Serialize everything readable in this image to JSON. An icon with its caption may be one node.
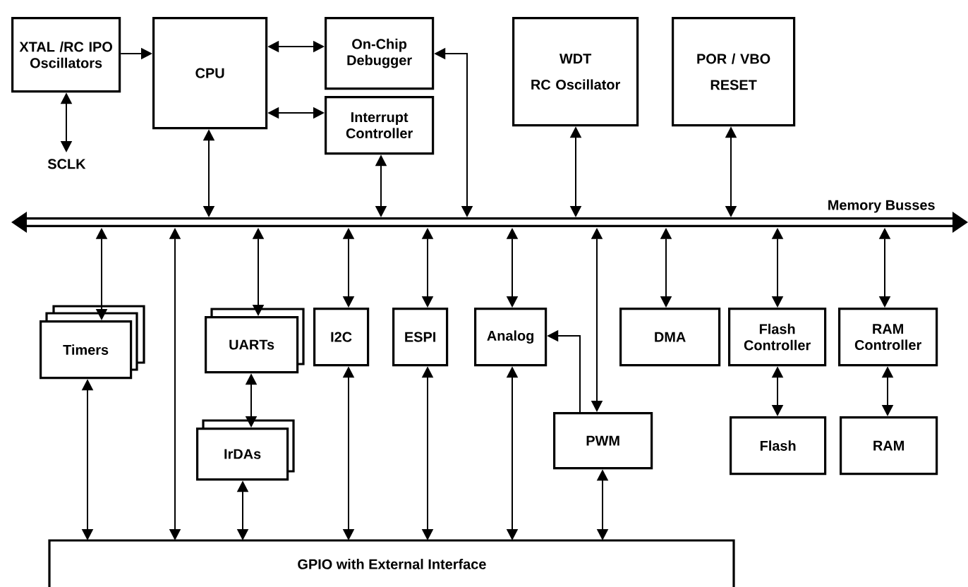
{
  "diagram": {
    "nodes": [
      {
        "text": [
          "XTAL /RC IPO Oscillators"
        ]
      },
      {
        "text": [
          "SCLK"
        ]
      },
      {
        "text": [
          "CPU"
        ]
      },
      {
        "text": [
          "On-Chip Debugger"
        ]
      },
      {
        "text": [
          "Interrupt Controller"
        ]
      },
      {
        "text": [
          "WDT",
          "RC Oscillator"
        ]
      },
      {
        "text": [
          "POR / VBO",
          "RESET"
        ]
      },
      {
        "text": [],
        "shape": "bar",
        "beside": [
          "Memory Busses"
        ]
      },
      {
        "text": [
          "Timers"
        ]
      },
      {
        "text": [
          "UARTs"
        ]
      },
      {
        "text": [
          "IrDAs"
        ]
      },
      {
        "text": [
          "I2C"
        ]
      },
      {
        "text": [
          "ESPI"
        ]
      },
      {
        "text": [
          "Analog"
        ]
      },
      {
        "text": [
          "DMA"
        ]
      },
      {
        "text": [
          "Flash Controller"
        ]
      },
      {
        "text": [
          "RAM Controller"
        ]
      },
      {
        "text": [
          "PWM"
        ]
      },
      {
        "text": [
          "Flash"
        ]
      },
      {
        "text": [
          "RAM"
        ]
      },
      {
        "text": [
          "GPIO with External Interface"
        ]
      }
    ],
    "edges": [
      {
        "from": 0,
        "to": 2,
        "arrow": "to"
      },
      {
        "from": 0,
        "to": 1,
        "arrow": "both"
      },
      {
        "from": 2,
        "to": 3,
        "arrow": "both"
      },
      {
        "from": 2,
        "to": 4,
        "arrow": "both"
      },
      {
        "from": 2,
        "to": 7,
        "arrow": "both"
      },
      {
        "from": 4,
        "to": 7,
        "arrow": "both"
      },
      {
        "from": 3,
        "to": 7,
        "arrow": "both"
      },
      {
        "from": 5,
        "to": 7,
        "arrow": "both"
      },
      {
        "from": 6,
        "to": 7,
        "arrow": "both"
      },
      {
        "from": 7,
        "to": 8,
        "arrow": "both"
      },
      {
        "from": 7,
        "to": 20,
        "arrow": "both"
      },
      {
        "from": 7,
        "to": 9,
        "arrow": "both"
      },
      {
        "from": 7,
        "to": 11,
        "arrow": "both"
      },
      {
        "from": 7,
        "to": 12,
        "arrow": "both"
      },
      {
        "from": 7,
        "to": 13,
        "arrow": "both"
      },
      {
        "from": 7,
        "to": 17,
        "arrow": "both"
      },
      {
        "from": 7,
        "to": 14,
        "arrow": "both"
      },
      {
        "from": 7,
        "to": 15,
        "arrow": "both"
      },
      {
        "from": 7,
        "to": 16,
        "arrow": "both"
      },
      {
        "from": 9,
        "to": 10,
        "arrow": "both"
      },
      {
        "from": 15,
        "to": 18,
        "arrow": "both"
      },
      {
        "from": 16,
        "to": 19,
        "arrow": "both"
      },
      {
        "from": 8,
        "to": 20,
        "arrow": "both"
      },
      {
        "from": 10,
        "to": 20,
        "arrow": "both"
      },
      {
        "from": 11,
        "to": 20,
        "arrow": "both"
      },
      {
        "from": 12,
        "to": 20,
        "arrow": "both"
      },
      {
        "from": 13,
        "to": 20,
        "arrow": "both"
      },
      {
        "from": 17,
        "to": 20,
        "arrow": "both"
      },
      {
        "from": 17,
        "to": 13,
        "arrow": "to"
      }
    ]
  }
}
